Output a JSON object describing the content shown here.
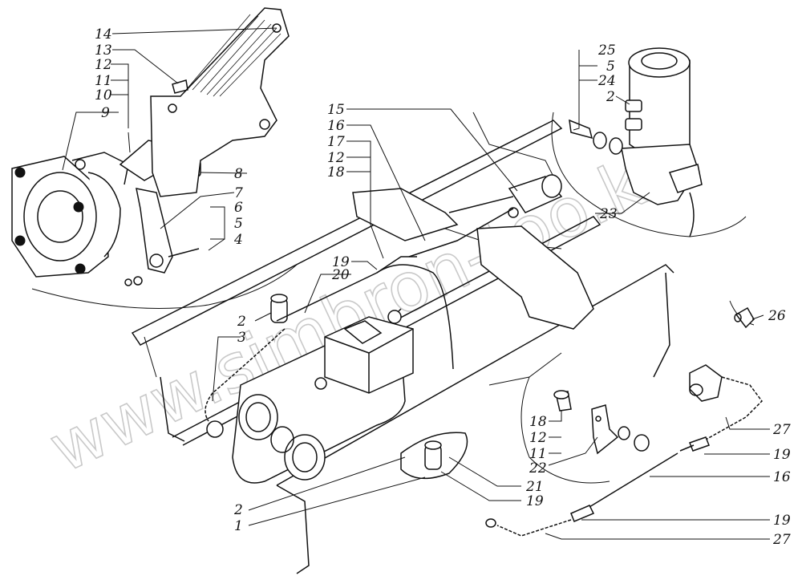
{
  "watermark": "www.simbron-too.kz",
  "callouts": {
    "c14": "14",
    "c13": "13",
    "c12a": "12",
    "c11a": "11",
    "c10": "10",
    "c9": "9",
    "c8": "8",
    "c7": "7",
    "c6": "6",
    "c5a": "5",
    "c4": "4",
    "c15": "15",
    "c16a": "16",
    "c17": "17",
    "c12b": "12",
    "c18a": "18",
    "c25": "25",
    "c5b": "5",
    "c24": "24",
    "c2a": "2",
    "c23": "23",
    "c19a": "19",
    "c20": "20",
    "c2b": "2",
    "c3": "3",
    "c26": "26",
    "c18b": "18",
    "c12c": "12",
    "c11b": "11",
    "c22": "22",
    "c27a": "27",
    "c19b": "19",
    "c16b": "16",
    "c19c": "19",
    "c27b": "27",
    "c21": "21",
    "c19d": "19",
    "c2c": "2",
    "c1": "1"
  }
}
